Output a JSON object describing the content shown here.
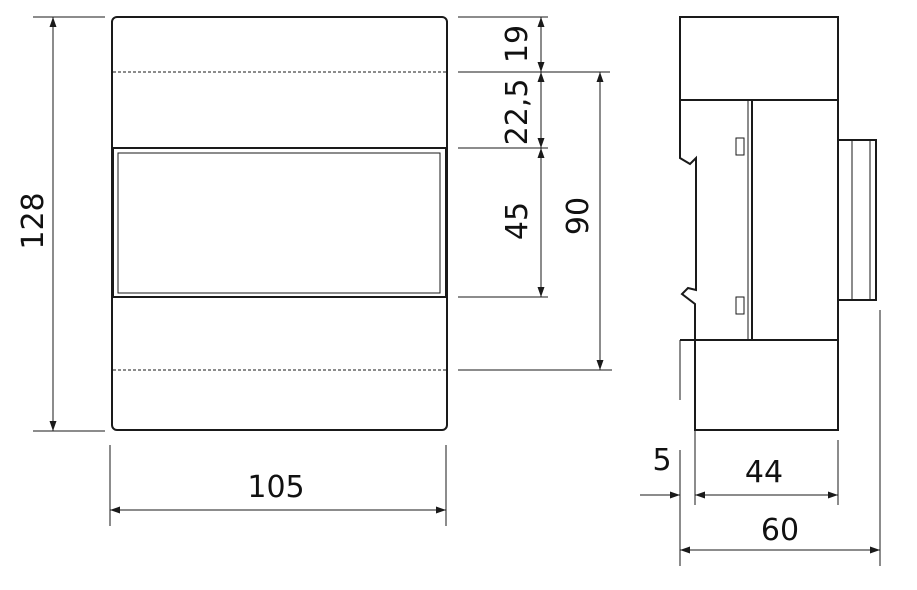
{
  "front_view": {
    "height_label": "128",
    "width_label": "105",
    "top_band_label": "19",
    "upper_gap_label": "22,5",
    "window_label": "45",
    "window_span_label": "90"
  },
  "side_view": {
    "depth_offset_label": "5",
    "body_depth_label": "44",
    "total_depth_label": "60"
  }
}
